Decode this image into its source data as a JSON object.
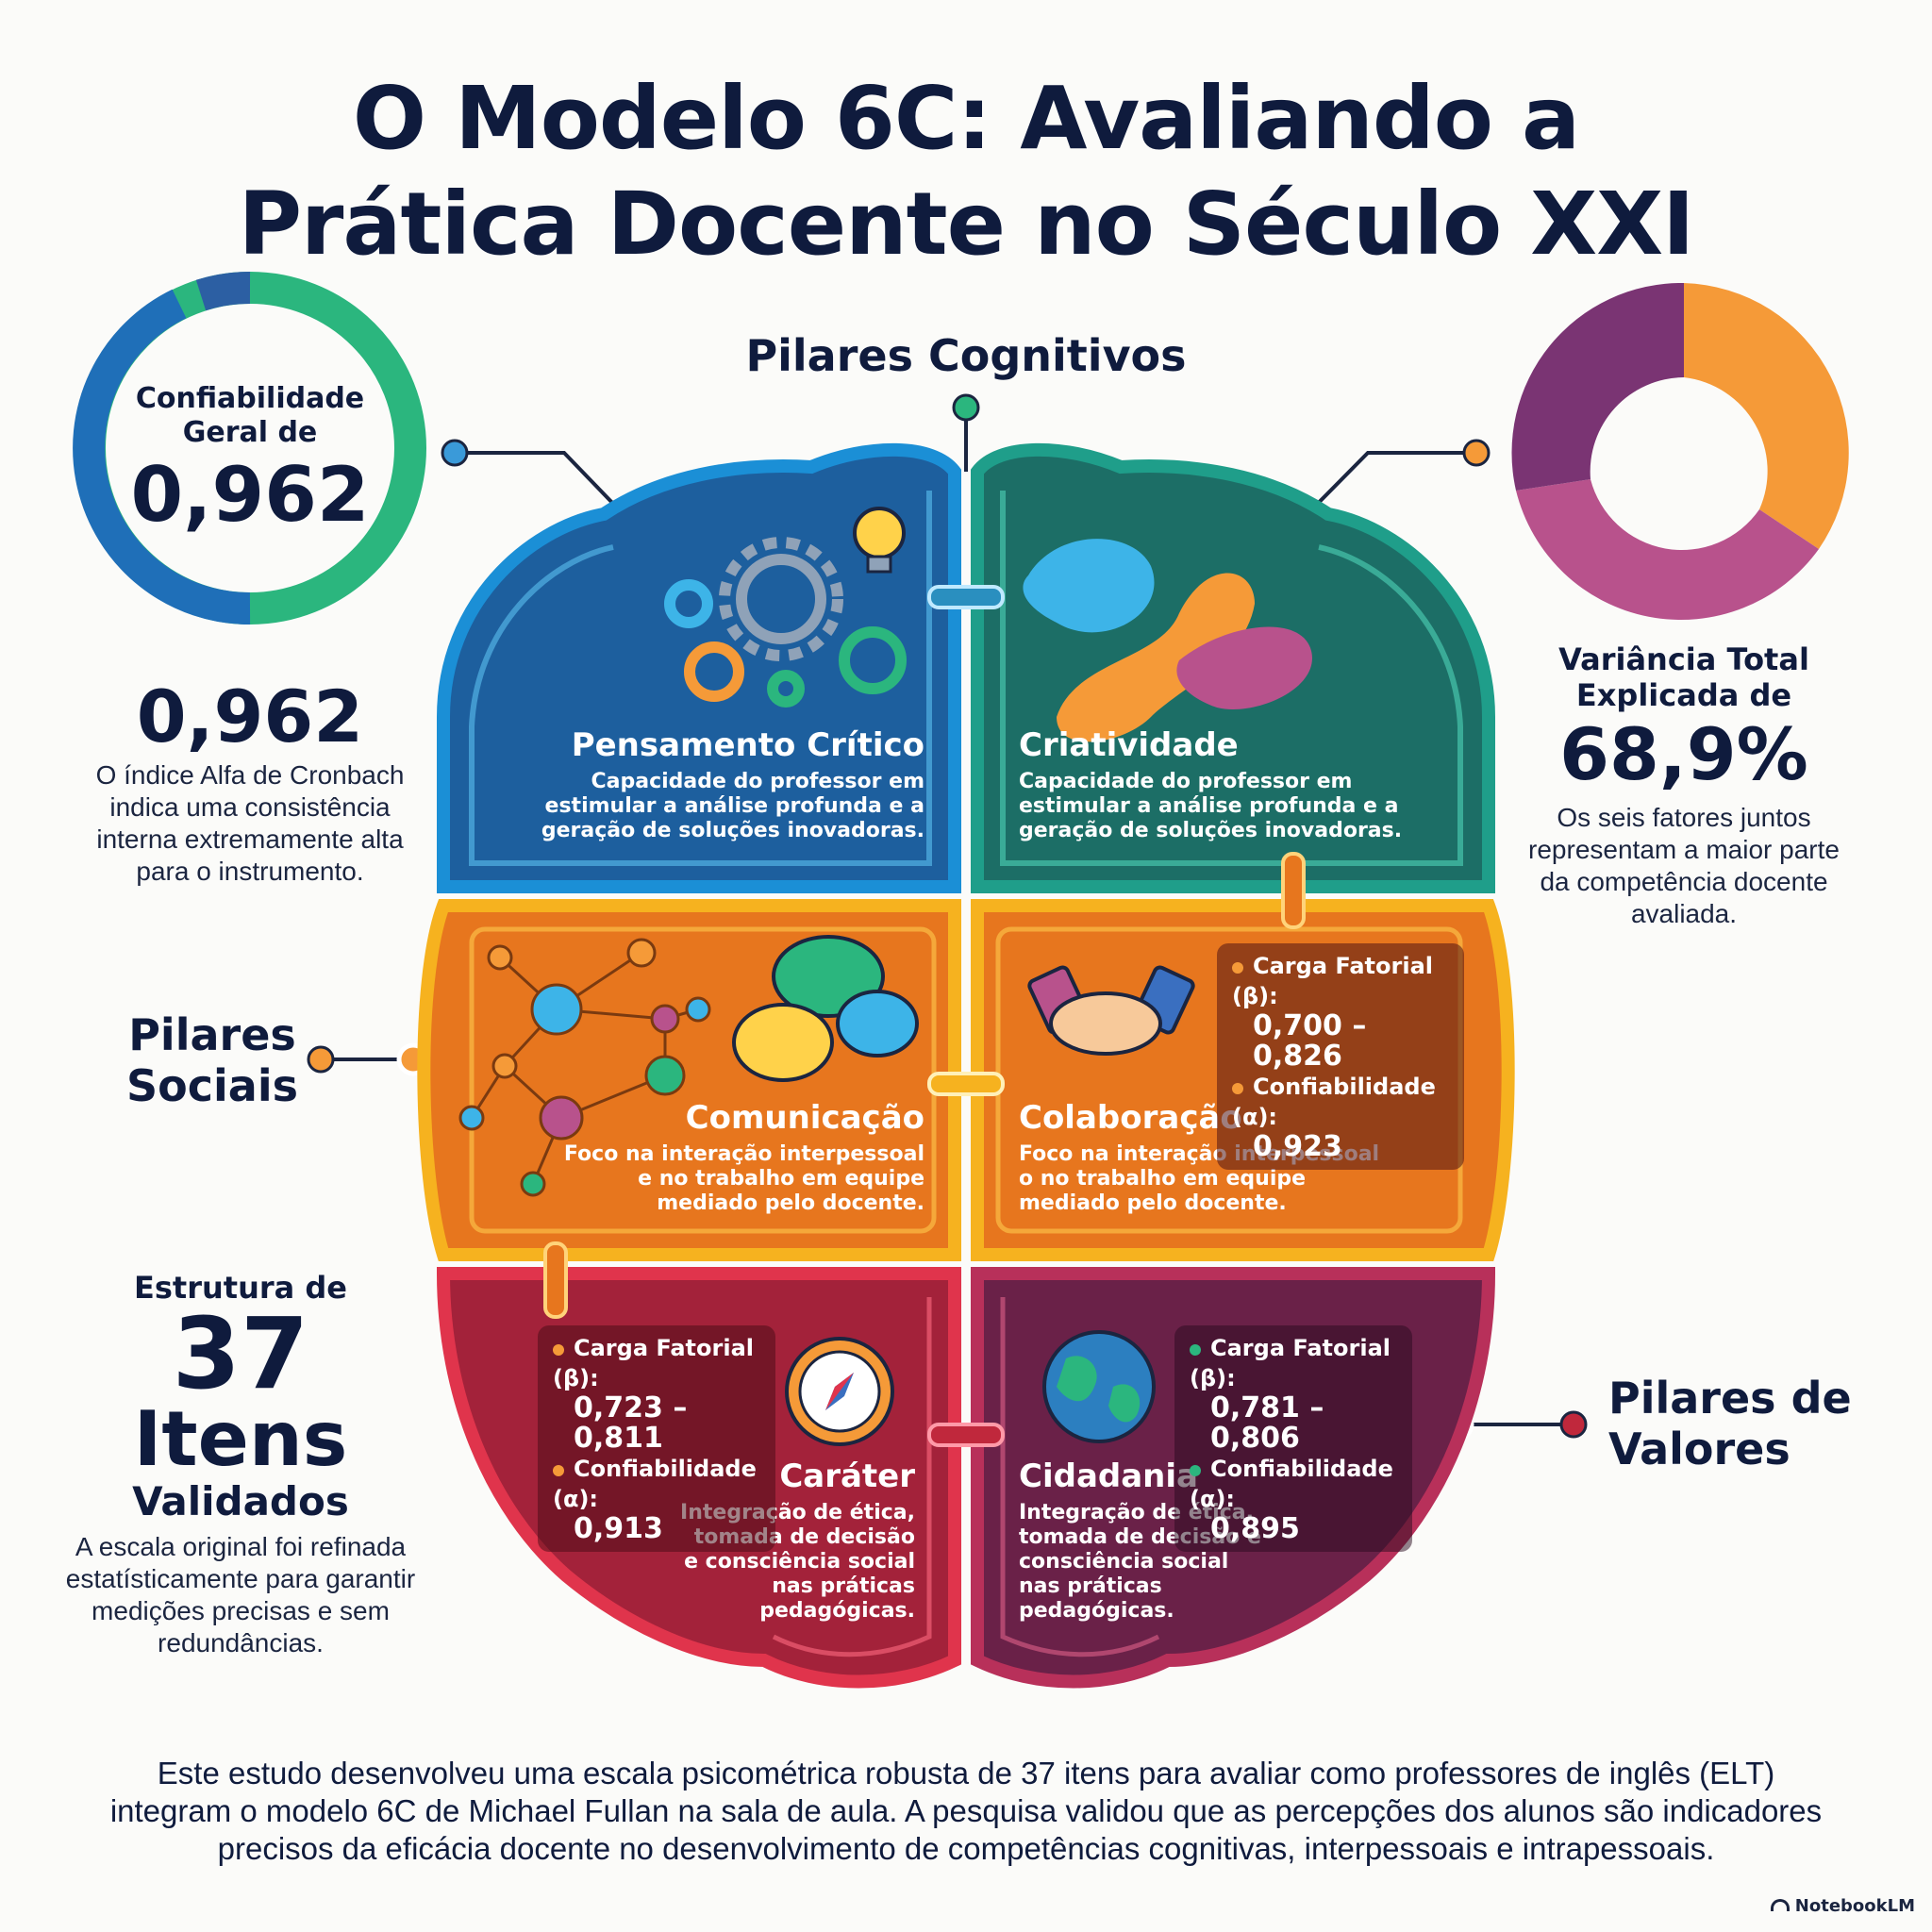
{
  "title_line1": "O Modelo 6C: Avaliando a",
  "title_line2": "Prática Docente no Século XXI",
  "headers": {
    "cognitivos": "Pilares Cognitivos",
    "sociais_1": "Pilares",
    "sociais_2": "Sociais",
    "valores_1": "Pilares de",
    "valores_2": "Valores"
  },
  "reliability": {
    "ring_label_1": "Confiabilidade",
    "ring_label_2": "Geral de",
    "ring_value": "0,962",
    "value": "0,962",
    "desc": [
      "O índice Alfa de Cronbach",
      "indica uma consistência",
      "interna extremamente alta",
      "para o instrumento."
    ]
  },
  "variance": {
    "label_1": "Variância Total",
    "label_2": "Explicada de",
    "value": "68,9%",
    "desc": [
      "Os seis fatores juntos",
      "representam a maior parte",
      "da competência docente",
      "avaliada."
    ]
  },
  "structure": {
    "label_1": "Estrutura de",
    "number": "37",
    "label_2": "Itens",
    "label_3": "Validados",
    "desc": [
      "A escala original foi refinada",
      "estatísticamente para garantir",
      "medições precisas e sem",
      "redundâncias."
    ]
  },
  "lobes": {
    "pensamento": {
      "title": "Pensamento Crítico",
      "text": [
        "Capacidade do professor em",
        "estimular a análise profunda e a",
        "geração de soluções inovadoras."
      ]
    },
    "criatividade": {
      "title": "Criatividade",
      "text": [
        "Capacidade do professor em",
        "estimular a análise profunda e a",
        "geração de soluções inovadoras."
      ]
    },
    "comunicacao": {
      "title": "Comunicação",
      "text": [
        "Foco na interação interpessoal",
        "e no trabalho em equipe",
        "mediado pelo docente."
      ]
    },
    "colaboracao": {
      "title": "Colaboração",
      "text": [
        "Foco na interação interpessoal",
        "o no trabalho em equipe",
        "mediado pelo docente."
      ]
    },
    "carater": {
      "title": "Caráter",
      "text": [
        "Integração de ética,",
        "tomada de decisão",
        "e consciência social",
        "nas práticas",
        "pedagógicas."
      ]
    },
    "cidadania": {
      "title": "Cidadania",
      "text": [
        "Integração de ética,",
        "tomada de decisão e",
        "consciência social",
        "nas práticas",
        "pedagógicas."
      ]
    }
  },
  "stats": {
    "social": {
      "l1": "Carga Fatorial (β):",
      "v1": "0,700 – 0,826",
      "l2": "Confiabilidade (α):",
      "v2": "0,923"
    },
    "carater": {
      "l1": "Carga Fatorial (β):",
      "v1": "0,723 – 0,811",
      "l2": "Confiabilidade (α):",
      "v2": "0,913"
    },
    "cidadania": {
      "l1": "Carga Fatorial (β):",
      "v1": "0,781 – 0,806",
      "l2": "Confiabilidade (α):",
      "v2": "0,895"
    }
  },
  "footer": [
    "Este estudo desenvolveu uma escala psicométrica robusta de 37 itens para avaliar como professores de inglês (ELT)",
    "integram o modelo 6C de Michael Fullan na sala de aula. A pesquisa validou que as percepções dos alunos são indicadores",
    "precisos da eficácia docente no desenvolvimento de competências cognitivas, interpessoais e intrapessoais."
  ],
  "brand": "NotebookLM",
  "colors": {
    "navy": "#0f1b3d",
    "blue": "#1f6fb8",
    "teal": "#1f8a7a",
    "orange": "#f08a24",
    "red": "#c0283c",
    "purple": "#7a2b5e"
  }
}
